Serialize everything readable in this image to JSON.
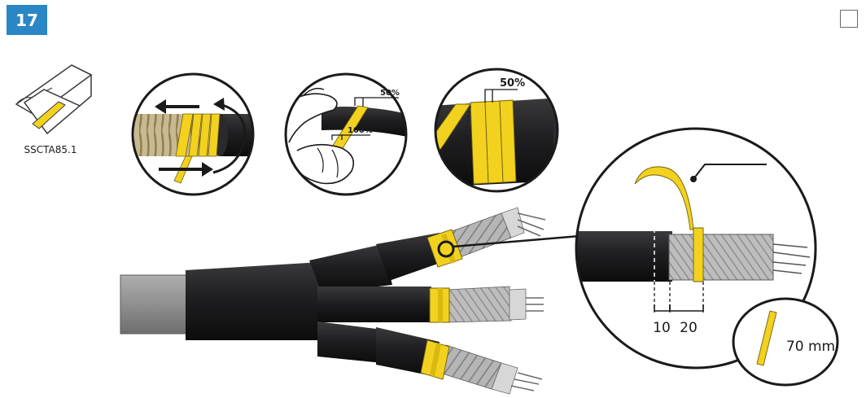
{
  "step": {
    "number": "17"
  },
  "product": {
    "code": "SSCTA85.1"
  },
  "overlap_labels": {
    "half": "50%",
    "full": "100%",
    "half_detail": "50%"
  },
  "dimensions": {
    "a": "10",
    "b": "20",
    "tape_length": "70 mm"
  },
  "colors": {
    "badge": "#2a86c4",
    "tape": "#f2d21e",
    "cable_black": "#1d1d1f",
    "sheath_grey": "#8c8c8c",
    "braid": "#9c9c9c"
  },
  "icons": [
    "tape-roll-icon",
    "checkbox-icon"
  ]
}
